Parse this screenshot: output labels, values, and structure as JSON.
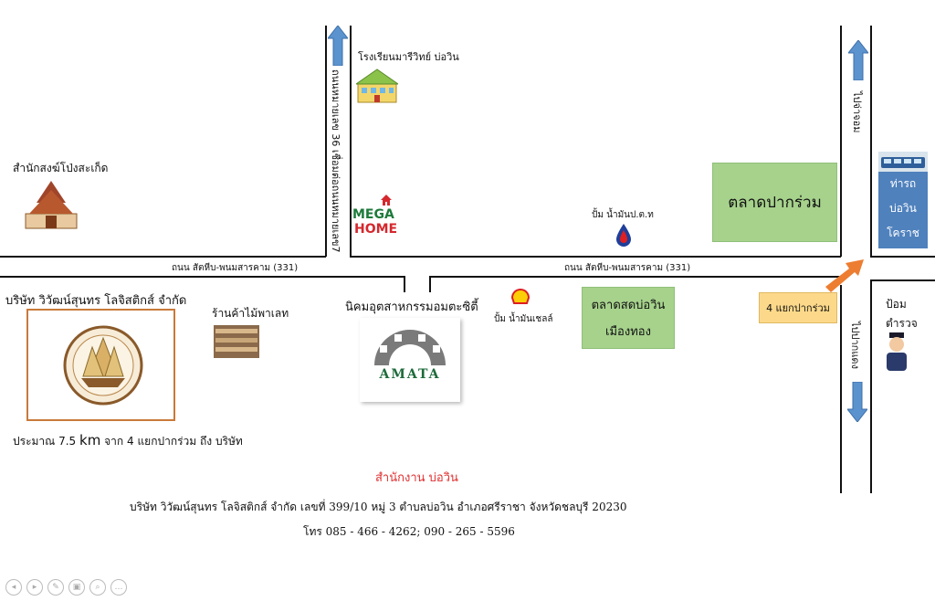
{
  "roads": {
    "main_road_label_left": "ถนน สัตหีบ-พนมสารคาม (331)",
    "main_road_label_right": "ถนน สัตหีบ-พนมสารคาม (331)",
    "vertical_road_left_label": "ถนนหมายเลข 36 เชื่อมต่อถนนหมายเลข7",
    "right_road_up_label": "ไปจ่าจอม",
    "right_road_down_label": "ไปปากแดง"
  },
  "landmarks": {
    "school": "โรงเรียนมารีวิทย์ บ่อวิน",
    "temple": "สำนักสงฆ์โป่งสะเก็ด",
    "megahome_top": "MEGA",
    "megahome_bottom": "HOME",
    "ptt_station": "ปั้ม น้ำมันป.ต.ท",
    "shell_station": "ปั้ม น้ำมันเชลล์",
    "market": "ตลาดปากร่วม",
    "bus_stop_lines": [
      "ท่ารถ",
      "บ่อวิน",
      "โคราช"
    ],
    "company_name": "บริษัท วิวัฒน์สุนทร โลจิสติกส์ จำกัด",
    "wood_shop": "ร้านค้าไม้พาเลท",
    "industrial_estate": "นิคมอุตสาหกรรมอมตะซิตี้",
    "amata_logo": "AMATA",
    "fresh_market_lines": [
      "ตลาดสดบ่อวิน",
      "เมืองทอง"
    ],
    "intersection": "4 แยกปากร่วม",
    "police_lines": [
      "ป้อม",
      "ตำรวจ"
    ]
  },
  "distance": {
    "prefix": "ประมาณ 7.5 ",
    "unit": "km",
    "suffix": " จาก 4 แยกปากร่วม ถึง บริษัท"
  },
  "footer": {
    "office_title": "สำนักงาน บ่อวิน",
    "address": "บริษัท วิวัฒน์สุนทร โลจิสติกส์ จำกัด เลขที่ 399/10 หมู่ 3 ตำบลบ่อวิน อำเภอศรีราชา จังหวัดชลบุรี 20230",
    "phone": "โทร 085 - 466 - 4262; 090 - 265 - 5596"
  },
  "colors": {
    "arrow_blue": "#5b93cf",
    "arrow_orange": "#ed7d31",
    "market_green": "#a6d28c",
    "intersection_yellow": "#fcd98a",
    "bus_blue": "#4f81bd",
    "office_red": "#e03030"
  }
}
